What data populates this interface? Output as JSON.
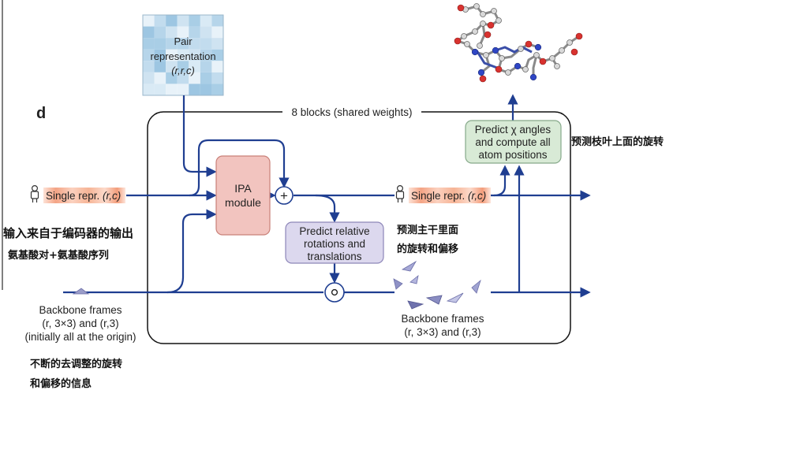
{
  "panel_label": "d",
  "loop_label": "8 blocks (shared weights)",
  "pair": {
    "title": "Pair",
    "subtitle": "representation",
    "dims": "(r,r,c)"
  },
  "single_input": {
    "label": "Single repr. ",
    "dims": "(r,c)"
  },
  "single_output": {
    "label": "Single repr. ",
    "dims": "(r,c)"
  },
  "ipa": {
    "line1": "IPA",
    "line2": "module"
  },
  "predict_rot": {
    "line1": "Predict relative",
    "line2": "rotations and",
    "line3": "translations"
  },
  "predict_chi": {
    "line1": "Predict χ angles",
    "line2": "and compute all",
    "line3": "atom positions"
  },
  "backbone_input": {
    "line1": "Backbone frames",
    "line2": "(r, 3×3) and (r,3)",
    "line3": "(initially all at the origin)"
  },
  "backbone_output": {
    "line1": "Backbone frames",
    "line2": "(r, 3×3) and (r,3)"
  },
  "operators": {
    "add": "+",
    "compose": "∘"
  },
  "annotations": {
    "encoder_output": "输入来自于编码器的输出",
    "amino_acid_pair": "氨基酸对+氨基酸序列",
    "side_chain_rotation": "预测枝叶上面的旋转",
    "backbone_pred_1": "预测主干里面",
    "backbone_pred_2": "的旋转和偏移",
    "continuous_1": "不断的去调整的旋转",
    "continuous_2": "和偏移的信息"
  },
  "colors": {
    "flow": "#1f3e91",
    "ipa_fill": "#f2c4bf",
    "ipa_stroke": "#c98078",
    "rot_fill": "#dcd8ee",
    "rot_stroke": "#8d86b8",
    "chi_fill": "#d8ead6",
    "chi_stroke": "#86a98a",
    "single_fill": "#f6b8a0",
    "pair_fill": "#b8d6ea"
  },
  "icons": {
    "person": "person-icon",
    "frame": "triangle-frame-icon",
    "molecule": "protein-structure-icon",
    "heatmap": "pair-heatmap-icon"
  }
}
